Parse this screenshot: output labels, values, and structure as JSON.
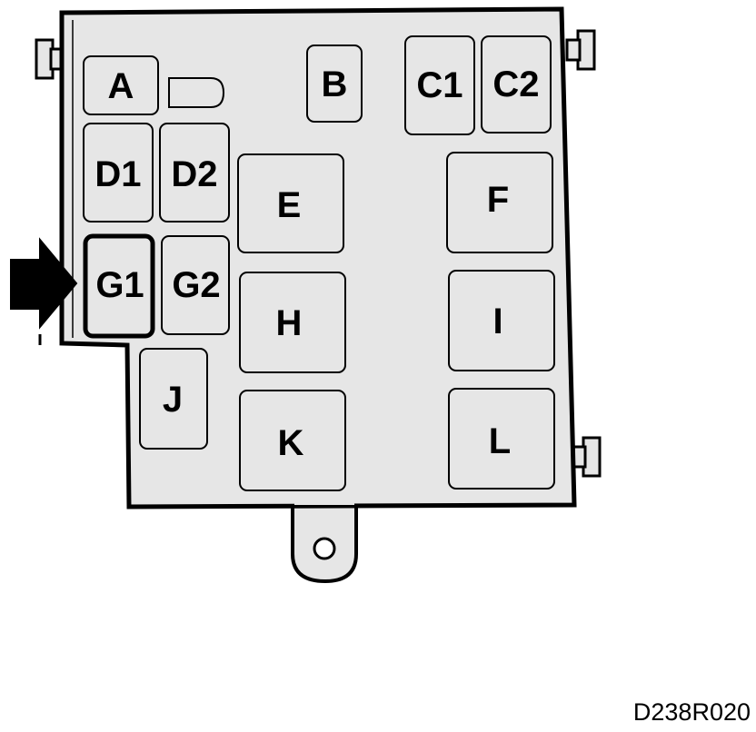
{
  "figure_code": "D238R020",
  "relays": {
    "A": "A",
    "B": "B",
    "C1": "C1",
    "C2": "C2",
    "D1": "D1",
    "D2": "D2",
    "E": "E",
    "F": "F",
    "G1": "G1",
    "G2": "G2",
    "H": "H",
    "I": "I",
    "J": "J",
    "K": "K",
    "L": "L"
  },
  "highlighted_relay": "G1",
  "colors": {
    "panel": "#e6e6e6",
    "outline": "#000000",
    "background": "#ffffff"
  }
}
